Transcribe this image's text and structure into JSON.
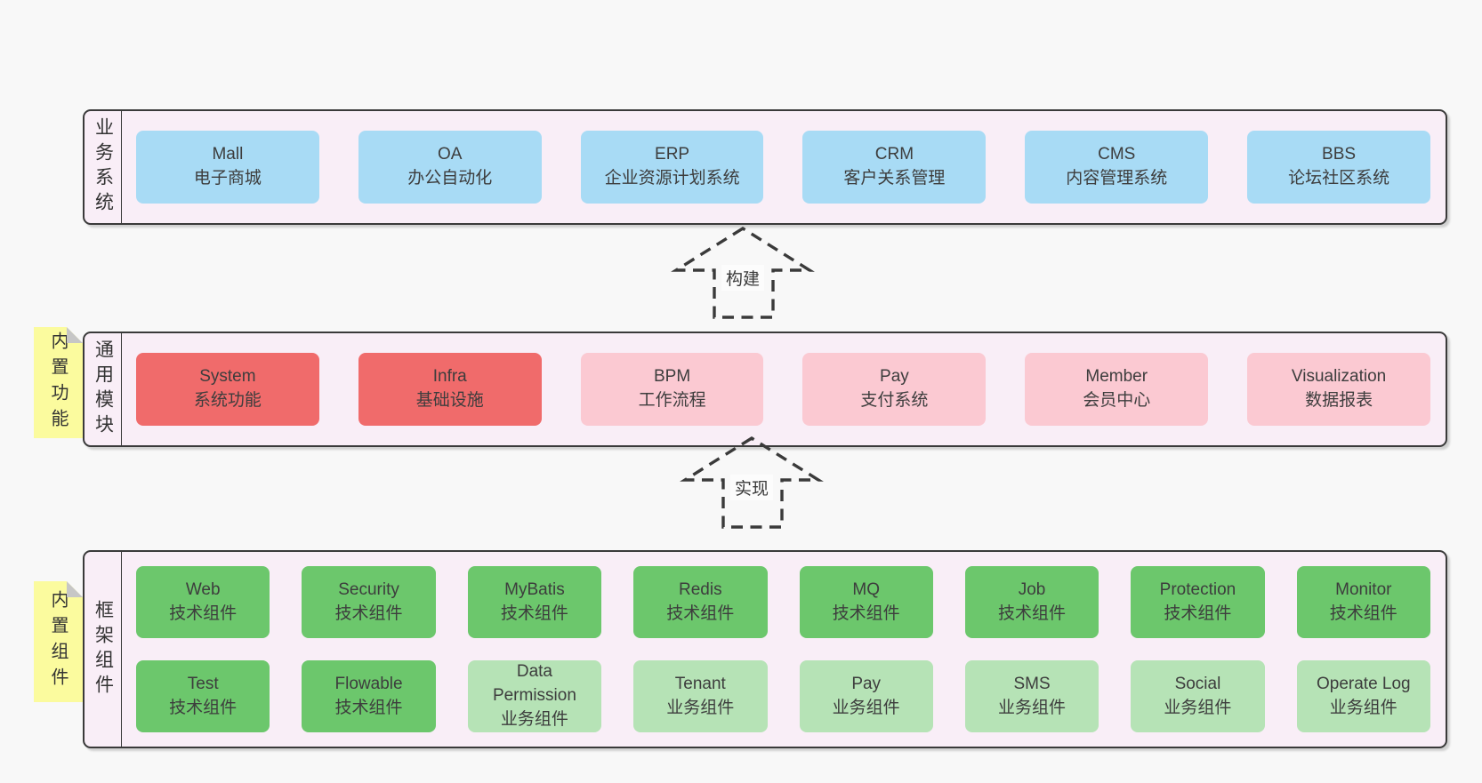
{
  "colors": {
    "page_background": "#f8f8f8",
    "layer_fill": "#f9eef7",
    "layer_border": "#3a3a3a",
    "box_blue": "#a8dbf5",
    "box_red": "#f06b6b",
    "box_pink": "#fbc9d2",
    "box_green": "#6cc76c",
    "box_green_light": "#b6e3b6",
    "note_yellow": "#fbfb9e",
    "note_fold_gray": "#c6c6c6",
    "text": "#3d3d3d"
  },
  "layers": {
    "business": {
      "title": "业务系统",
      "boxes": [
        {
          "name": "Mall",
          "desc": "电子商城"
        },
        {
          "name": "OA",
          "desc": "办公自动化"
        },
        {
          "name": "ERP",
          "desc": "企业资源计划系统"
        },
        {
          "name": "CRM",
          "desc": "客户关系管理"
        },
        {
          "name": "CMS",
          "desc": "内容管理系统"
        },
        {
          "name": "BBS",
          "desc": "论坛社区系统"
        }
      ]
    },
    "modules": {
      "title": "通用模块",
      "note": "内置功能",
      "boxes": [
        {
          "name": "System",
          "desc": "系统功能"
        },
        {
          "name": "Infra",
          "desc": "基础设施"
        },
        {
          "name": "BPM",
          "desc": "工作流程"
        },
        {
          "name": "Pay",
          "desc": "支付系统"
        },
        {
          "name": "Member",
          "desc": "会员中心"
        },
        {
          "name": "Visualization",
          "desc": "数据报表"
        }
      ]
    },
    "components": {
      "title": "框架组件",
      "note": "内置组件",
      "boxes_row1": [
        {
          "name": "Web",
          "desc": "技术组件"
        },
        {
          "name": "Security",
          "desc": "技术组件"
        },
        {
          "name": "MyBatis",
          "desc": "技术组件"
        },
        {
          "name": "Redis",
          "desc": "技术组件"
        },
        {
          "name": "MQ",
          "desc": "技术组件"
        },
        {
          "name": "Job",
          "desc": "技术组件"
        },
        {
          "name": "Protection",
          "desc": "技术组件"
        },
        {
          "name": "Monitor",
          "desc": "技术组件"
        }
      ],
      "boxes_row2": [
        {
          "name": "Test",
          "desc": "技术组件"
        },
        {
          "name": "Flowable",
          "desc": "技术组件"
        },
        {
          "name": "Data Permission",
          "desc": "业务组件"
        },
        {
          "name": "Tenant",
          "desc": "业务组件"
        },
        {
          "name": "Pay",
          "desc": "业务组件"
        },
        {
          "name": "SMS",
          "desc": "业务组件"
        },
        {
          "name": "Social",
          "desc": "业务组件"
        },
        {
          "name": "Operate Log",
          "desc": "业务组件"
        }
      ]
    }
  },
  "arrows": {
    "build": {
      "label": "构建"
    },
    "implement": {
      "label": "实现"
    }
  }
}
